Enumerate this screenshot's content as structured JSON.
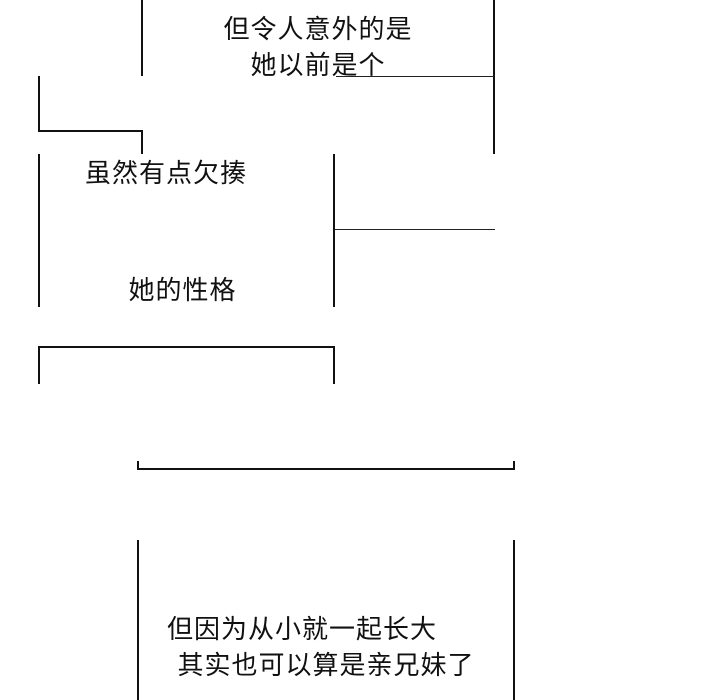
{
  "panel_1": {
    "line_1": "但令人意外的是",
    "line_2": "她以前是个"
  },
  "panel_2": {
    "line_1": "虽然有点欠揍",
    "line_2": "她的性格"
  },
  "panel_3": {
    "line_1": "但因为从小就一起长大",
    "line_2": "其实也可以算是亲兄妹了"
  },
  "colors": {
    "ink": "#111111",
    "paper": "#ffffff"
  }
}
